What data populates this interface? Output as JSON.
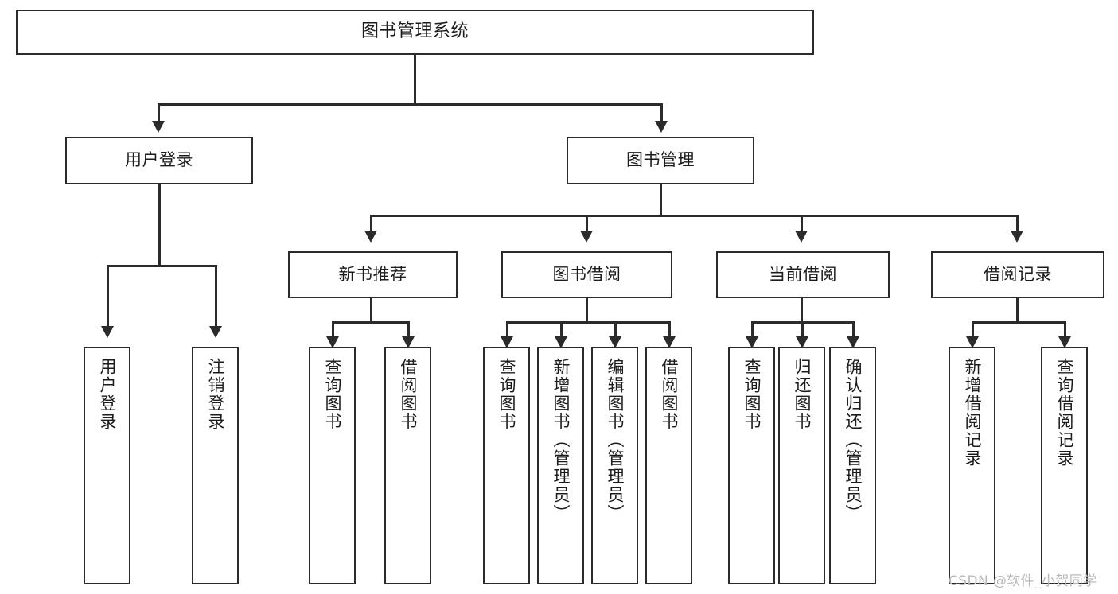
{
  "diagram": {
    "type": "tree-hierarchy",
    "title": "图书管理系统",
    "watermark": "CSDN @软件_小贺同学",
    "colors": {
      "box_border": "#2b2b2b",
      "box_fill": "#ffffff",
      "text": "#1c1c1c",
      "connector": "#2b2b2b",
      "watermark": "#b9b9b9",
      "background": "#ffffff"
    },
    "nodes": {
      "root": {
        "label": "图书管理系统"
      },
      "level2": [
        {
          "id": "user-login",
          "label": "用户登录"
        },
        {
          "id": "book-manage",
          "label": "图书管理"
        }
      ],
      "level3": [
        {
          "id": "new-book-recommend",
          "label": "新书推荐",
          "parent": "book-manage"
        },
        {
          "id": "book-borrow",
          "label": "图书借阅",
          "parent": "book-manage"
        },
        {
          "id": "current-borrow",
          "label": "当前借阅",
          "parent": "book-manage"
        },
        {
          "id": "borrow-record",
          "label": "借阅记录",
          "parent": "book-manage"
        }
      ],
      "leaves": [
        {
          "id": "leaf-user-login",
          "label": "用户登录",
          "parent": "user-login"
        },
        {
          "id": "leaf-logout",
          "label": "注销登录",
          "parent": "user-login"
        },
        {
          "id": "leaf-query-book-1",
          "label": "查询图书",
          "parent": "new-book-recommend"
        },
        {
          "id": "leaf-borrow-book-1",
          "label": "借阅图书",
          "parent": "new-book-recommend"
        },
        {
          "id": "leaf-query-book-2",
          "label": "查询图书",
          "parent": "book-borrow"
        },
        {
          "id": "leaf-add-book",
          "label": "新增图书（管理员）",
          "parent": "book-borrow"
        },
        {
          "id": "leaf-edit-book",
          "label": "编辑图书（管理员）",
          "parent": "book-borrow"
        },
        {
          "id": "leaf-borrow-book-2",
          "label": "借阅图书",
          "parent": "book-borrow"
        },
        {
          "id": "leaf-query-book-3",
          "label": "查询图书",
          "parent": "current-borrow"
        },
        {
          "id": "leaf-return-book",
          "label": "归还图书",
          "parent": "current-borrow"
        },
        {
          "id": "leaf-confirm-return",
          "label": "确认归还（管理员）",
          "parent": "current-borrow"
        },
        {
          "id": "leaf-add-record",
          "label": "新增借阅记录",
          "parent": "borrow-record"
        },
        {
          "id": "leaf-query-record",
          "label": "查询借阅记录",
          "parent": "borrow-record"
        }
      ]
    }
  }
}
